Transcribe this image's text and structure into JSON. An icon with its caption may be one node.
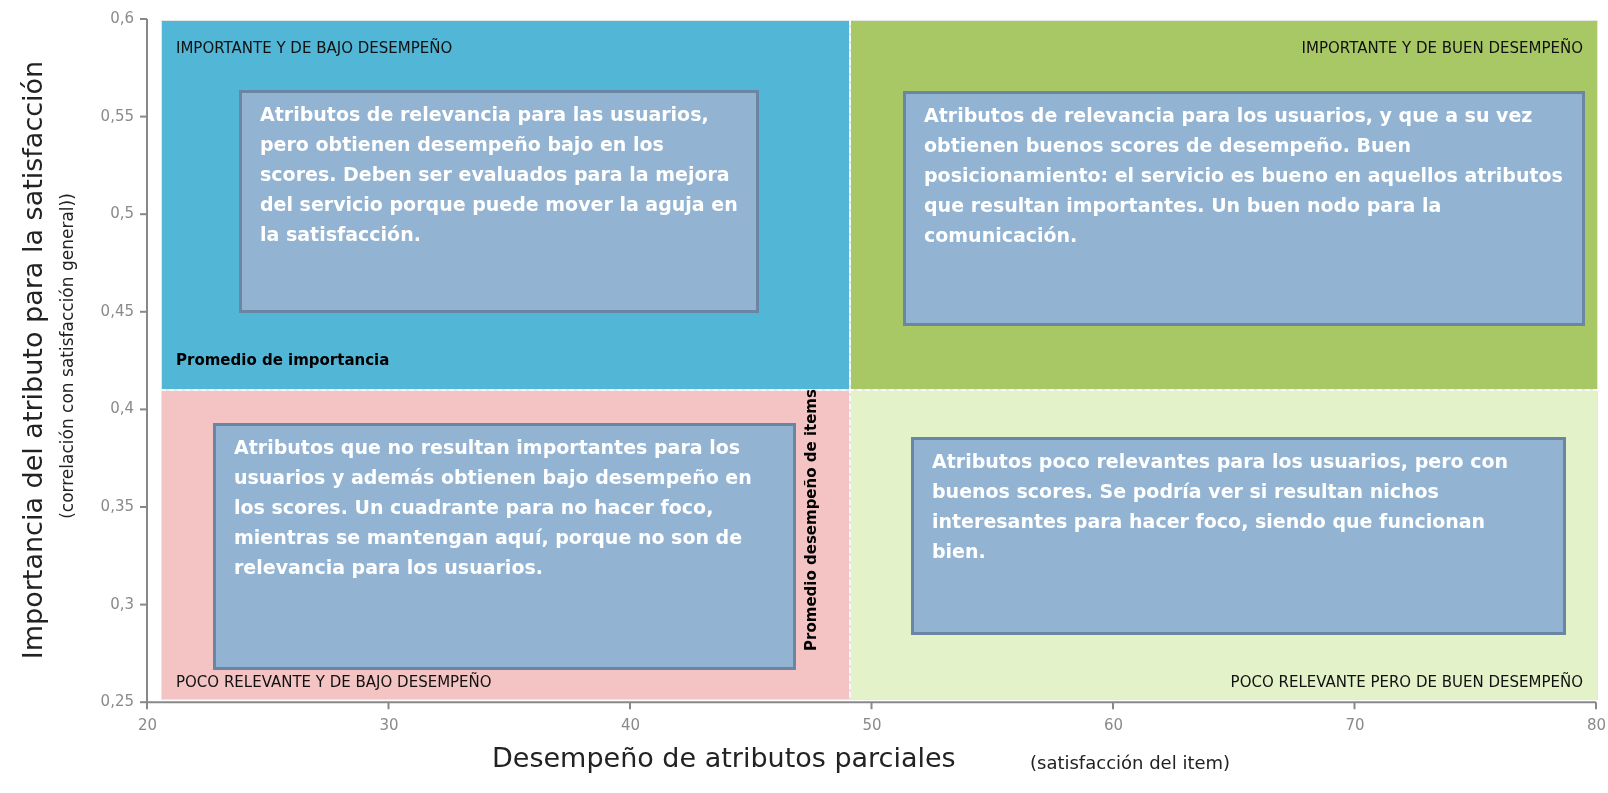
{
  "diagram": {
    "nodes": [
      {
        "text": [
          "IMPORTANTE Y DE BAJO DESEMPEÑO"
        ]
      },
      {
        "text": [
          "Atributos de relevancia para las usuarios, pero obtienen desempeño bajo en los scores. Deben ser evaluados para la mejora del servicio porque puede mover la aguja en la satisfacción."
        ],
        "in": 0
      },
      {
        "text": [
          "IMPORTANTE Y DE BUEN DESEMPEÑO"
        ]
      },
      {
        "text": [
          "Atributos de relevancia para los usuarios, y que a su vez obtienen buenos scores de desempeño. Buen posicionamiento: el servicio es bueno en aquellos atributos que resultan importantes. Un buen nodo para la comunicación."
        ],
        "in": 2
      },
      {
        "text": [
          "POCO RELEVANTE Y DE BAJO DESEMPEÑO"
        ]
      },
      {
        "text": [
          "Atributos que no resultan importantes para los usuarios y además obtienen bajo desempeño en los scores. Un cuadrante para no hacer foco, mientras se mantengan aquí, porque no son de relevancia para los usuarios."
        ],
        "in": 4
      },
      {
        "text": [
          "POCO RELEVANTE PERO DE BUEN DESEMPEÑO"
        ]
      },
      {
        "text": [
          "Atributos poco relevantes para los usuarios, pero con buenos scores. Se podría ver si resultan nichos interesantes para hacer foco, siendo que funcionan bien."
        ],
        "in": 6
      }
    ],
    "labels": [
      "0,6",
      "0,55",
      "0,5",
      "0,45",
      "0,4",
      "0,35",
      "0,3",
      "0,25",
      "Importancia del atributo para la satisfacción",
      "(correlación con satisfacción general))",
      "Promedio de importancia",
      "Promedio desempeño de items",
      "20",
      "30",
      "40",
      "50",
      "60",
      "70",
      "80",
      "Desempeño de atributos parciales",
      "(satisfacción del item)"
    ]
  }
}
